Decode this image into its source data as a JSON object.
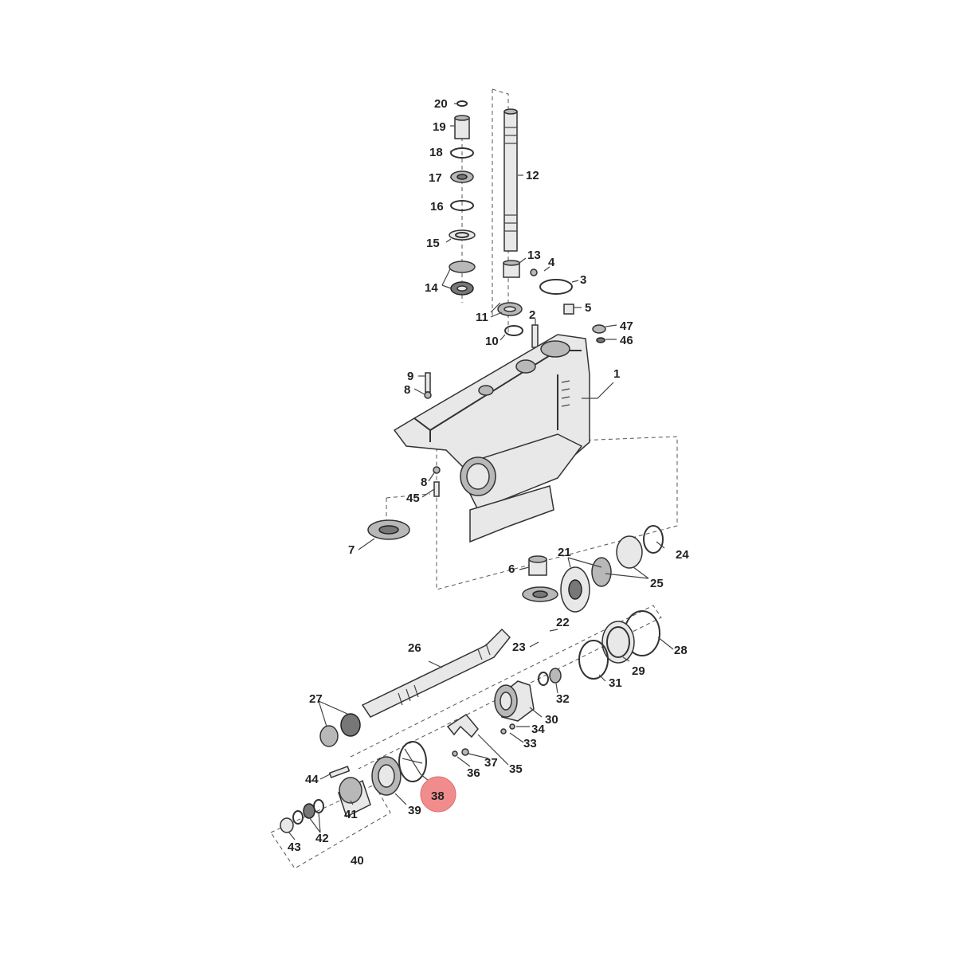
{
  "diagram": {
    "highlight_color": "#f08c8c",
    "highlighted_part": "38",
    "labels": [
      "1",
      "2",
      "3",
      "4",
      "5",
      "6",
      "7",
      "8",
      "8",
      "9",
      "10",
      "11",
      "12",
      "13",
      "14",
      "15",
      "16",
      "17",
      "18",
      "19",
      "20",
      "21",
      "22",
      "23",
      "24",
      "25",
      "26",
      "27",
      "28",
      "29",
      "30",
      "31",
      "32",
      "33",
      "34",
      "35",
      "36",
      "37",
      "38",
      "39",
      "40",
      "41",
      "42",
      "43",
      "44",
      "45",
      "46",
      "47"
    ]
  }
}
